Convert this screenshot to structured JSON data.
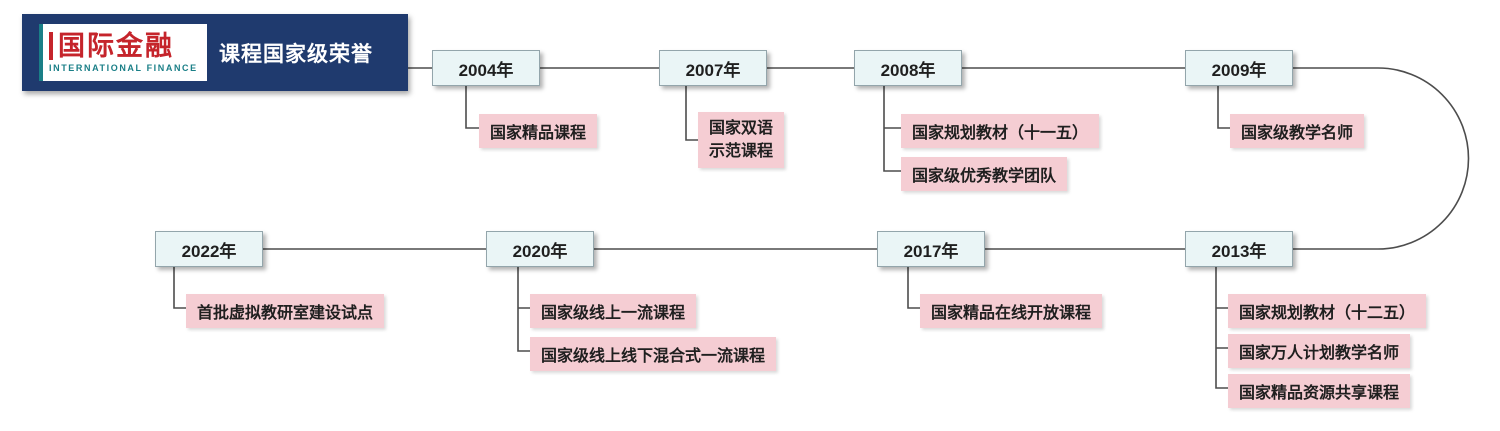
{
  "brand": {
    "logo_title": "国际金融",
    "logo_subtitle": "INTERNATIONAL   FINANCE",
    "banner_title": "课程国家级荣誉"
  },
  "timeline": {
    "top_row": [
      {
        "year": "2004年",
        "honors": [
          "国家精品课程"
        ]
      },
      {
        "year": "2007年",
        "honors": [
          "国家双语\n示范课程"
        ]
      },
      {
        "year": "2008年",
        "honors": [
          "国家规划教材（十一五）",
          "国家级优秀教学团队"
        ]
      },
      {
        "year": "2009年",
        "honors": [
          "国家级教学名师"
        ]
      }
    ],
    "bottom_row": [
      {
        "year": "2013年",
        "honors": [
          "国家规划教材（十二五）",
          "国家万人计划教学名师",
          "国家精品资源共享课程"
        ]
      },
      {
        "year": "2017年",
        "honors": [
          "国家精品在线开放课程"
        ]
      },
      {
        "year": "2020年",
        "honors": [
          "国家级线上一流课程",
          "国家级线上线下混合式一流课程"
        ]
      },
      {
        "year": "2022年",
        "honors": [
          "首批虚拟教研室建设试点"
        ]
      }
    ]
  },
  "colors": {
    "banner_bg": "#1f3a6e",
    "logo_red": "#c5242b",
    "logo_teal": "#1a7f87",
    "year_box_bg": "#eaf5f6",
    "year_box_border": "#93a5ab",
    "honor_box_bg": "#f5cdd3",
    "line": "#4d4d4d"
  }
}
